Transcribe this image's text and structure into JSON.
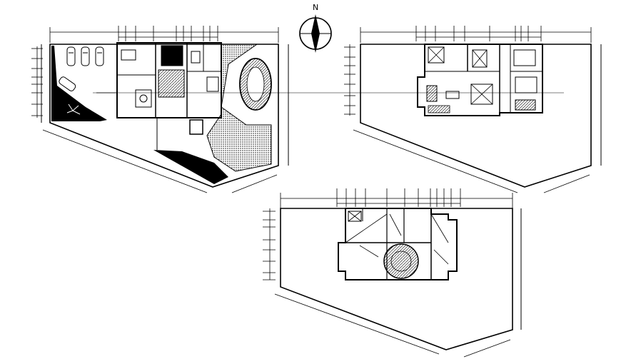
{
  "drawing": {
    "north_label": "N",
    "plans": [
      {
        "id": "ground-floor-plan"
      },
      {
        "id": "first-floor-plan"
      },
      {
        "id": "roof-plan"
      }
    ]
  },
  "colors": {
    "ink": "#000000",
    "background": "#ffffff"
  },
  "icons": [
    "north-arrow-icon",
    "car-icon",
    "tree-icon",
    "pool-icon"
  ]
}
